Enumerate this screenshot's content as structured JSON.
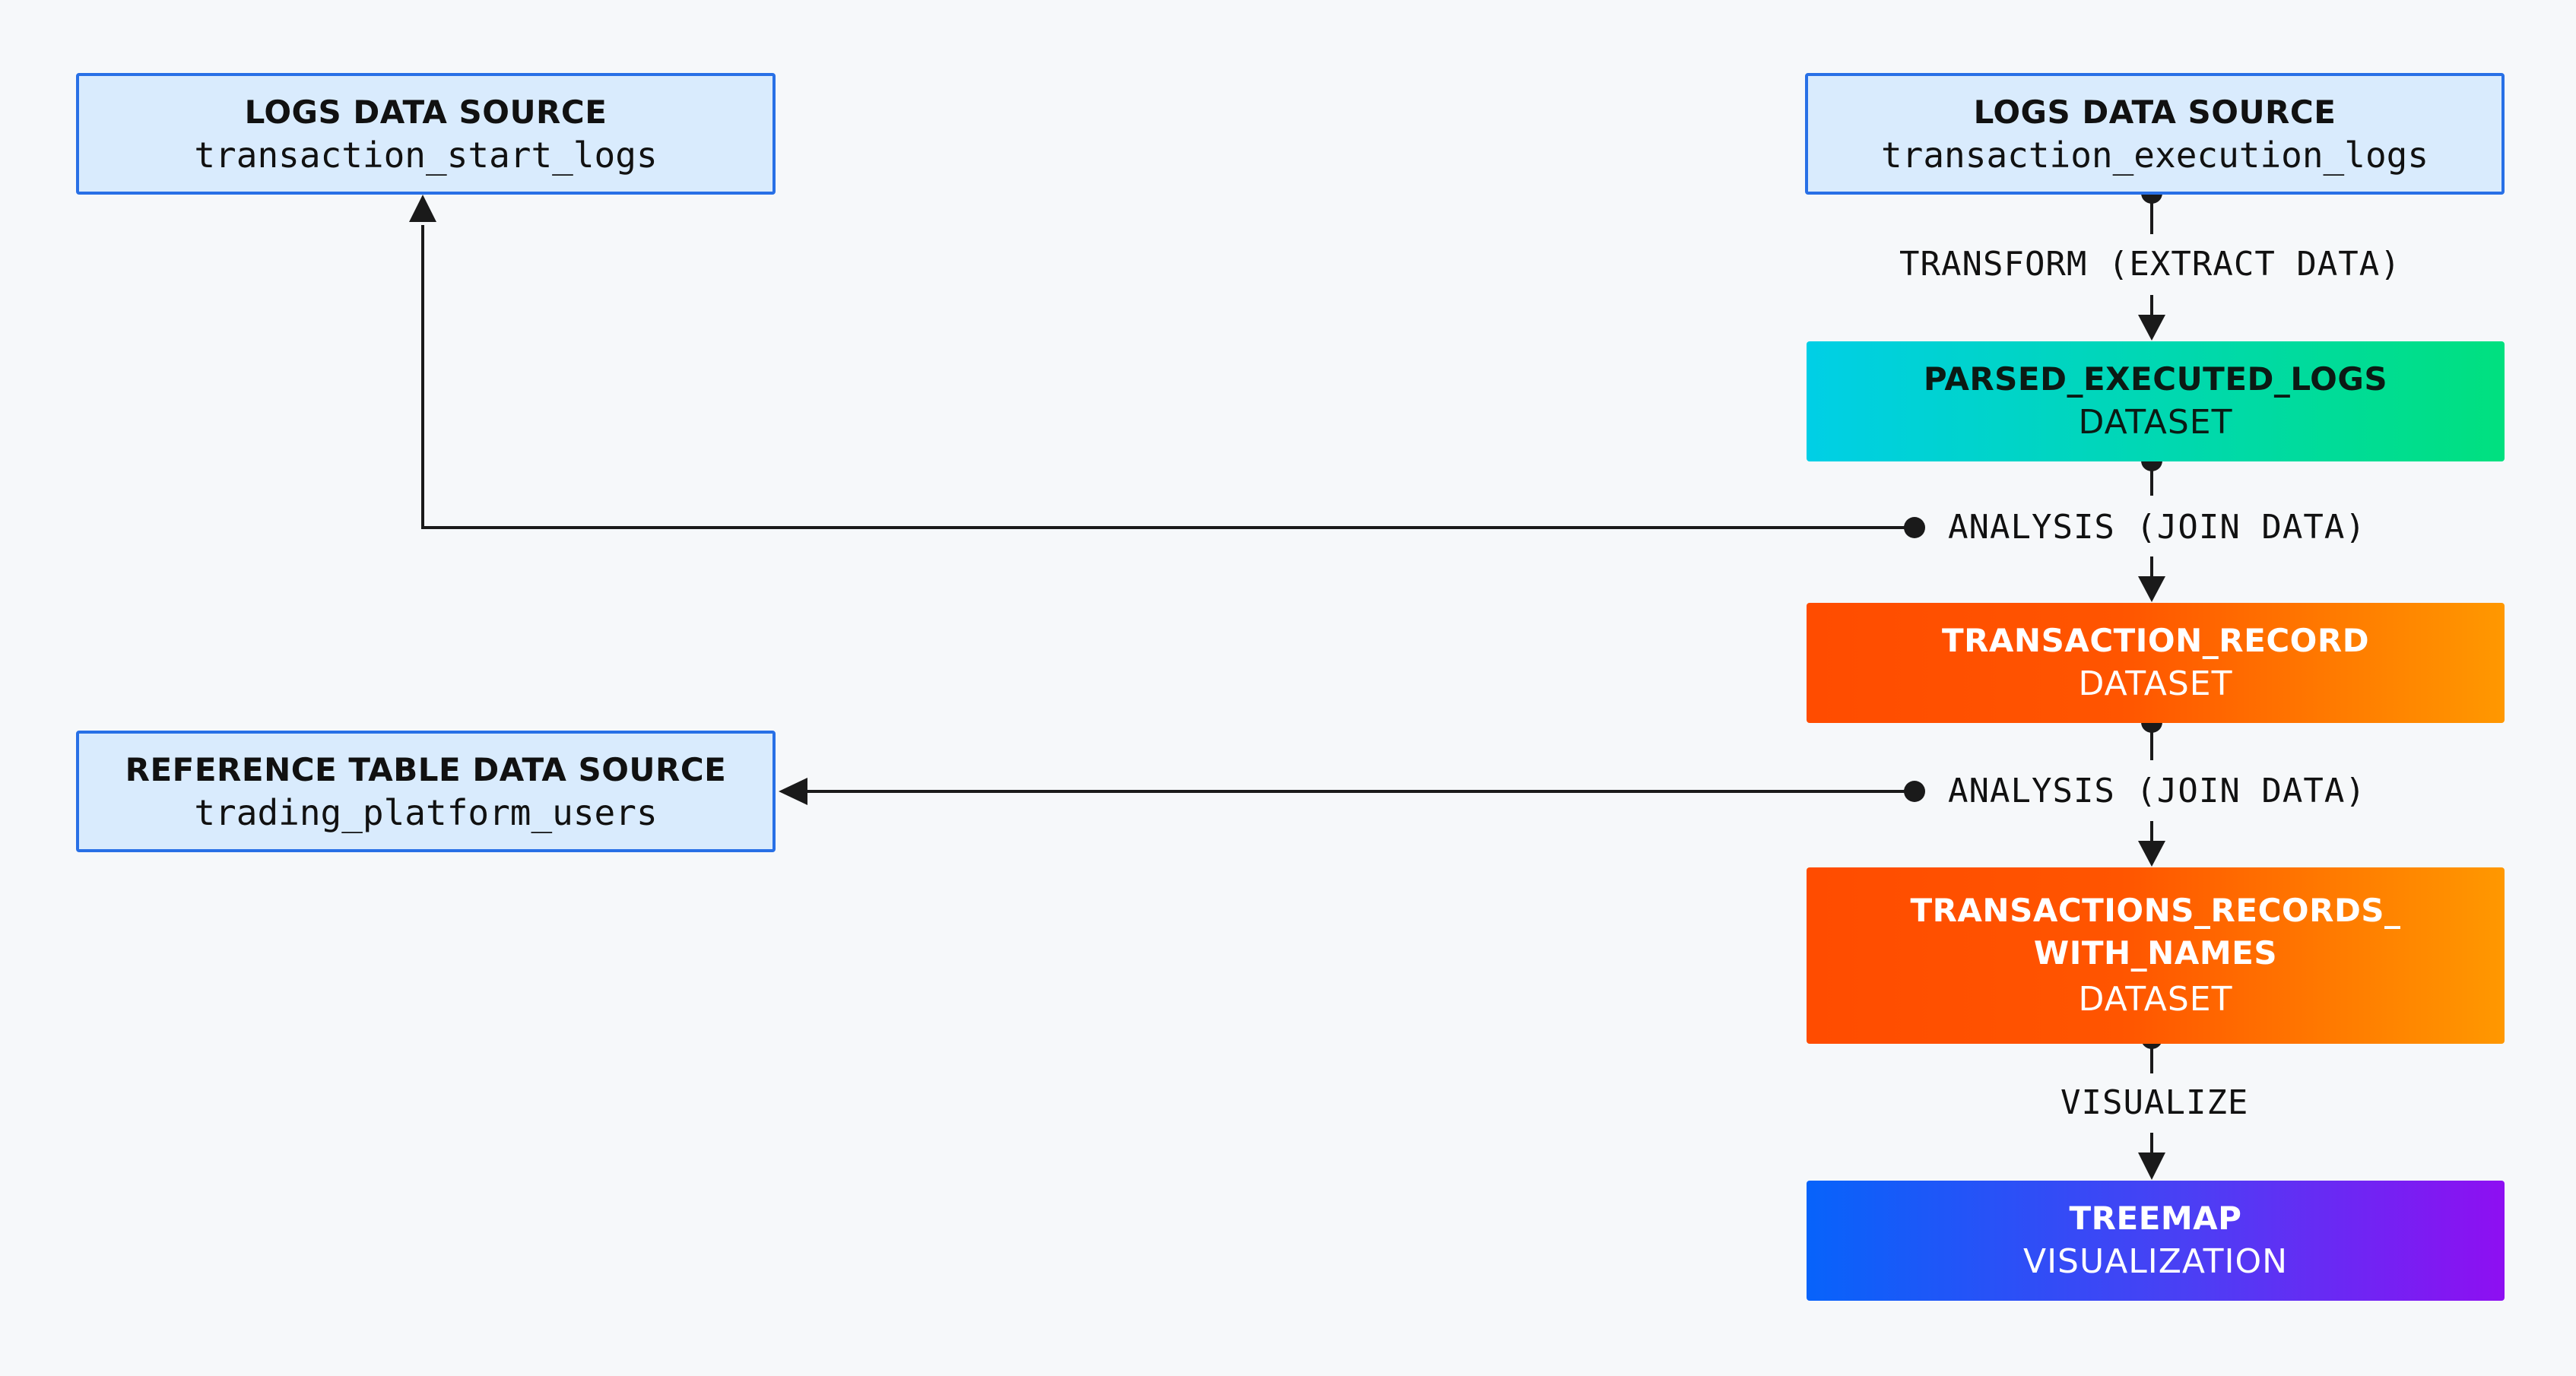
{
  "nodes": {
    "start_logs": {
      "title": "LOGS DATA SOURCE",
      "subtitle": "transaction_start_logs"
    },
    "exec_logs": {
      "title": "LOGS DATA SOURCE",
      "subtitle": "transaction_execution_logs"
    },
    "parsed": {
      "title": "PARSED_EXECUTED_LOGS",
      "subtitle": "DATASET"
    },
    "record": {
      "title": "TRANSACTION_RECORD",
      "subtitle": "DATASET"
    },
    "ref_table": {
      "title": "REFERENCE TABLE DATA SOURCE",
      "subtitle": "trading_platform_users"
    },
    "with_names": {
      "title": "TRANSACTIONS_RECORDS_\nWITH_NAMES",
      "subtitle": "DATASET"
    },
    "treemap": {
      "title": "TREEMAP",
      "subtitle": "VISUALIZATION"
    }
  },
  "edges": {
    "transform": "TRANSFORM (EXTRACT DATA)",
    "analysis_1": "ANALYSIS (JOIN DATA)",
    "analysis_2": "ANALYSIS (JOIN DATA)",
    "visualize": "VISUALIZE"
  },
  "colors": {
    "source_fill": "#d9ebfd",
    "source_border": "#2870e6",
    "line": "#1a1a1a"
  }
}
